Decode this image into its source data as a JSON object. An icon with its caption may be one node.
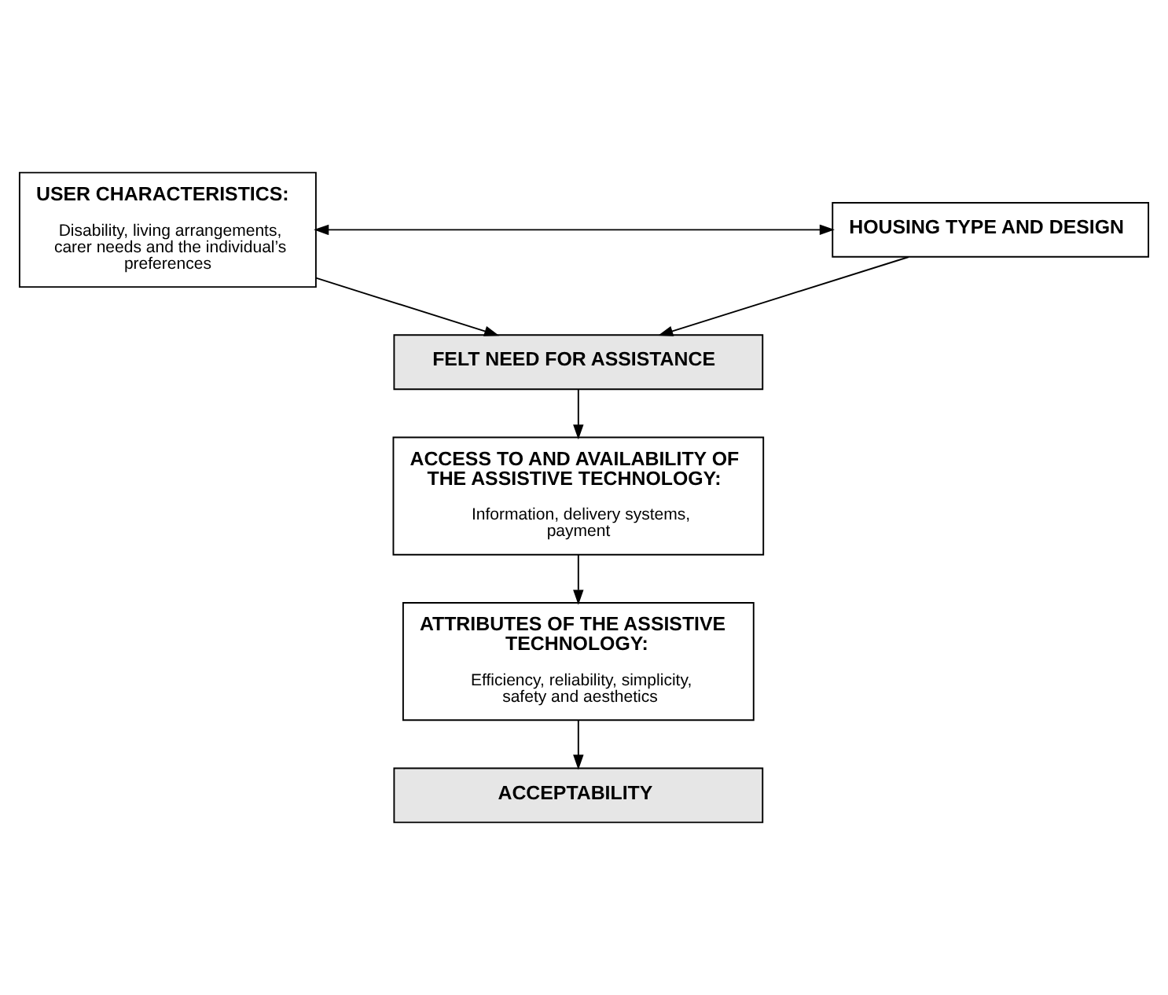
{
  "diagram": {
    "nodes": [
      {
        "text": [
          "USER CHARACTERISTICS:",
          "Disability, living arrangements, carer needs and the individual’s preferences"
        ]
      },
      {
        "text": [
          "HOUSING TYPE AND DESIGN"
        ]
      },
      {
        "text": [
          "FELT NEED FOR ASSISTANCE"
        ]
      },
      {
        "text": [
          "ACCESS TO AND AVAILABILITY OF THE ASSISTIVE TECHNOLOGY:",
          "Information, delivery systems, payment"
        ]
      },
      {
        "text": [
          "ATTRIBUTES OF THE ASSISTIVE TECHNOLOGY:",
          "Efficiency, reliability, simplicity, safety and aesthetics"
        ]
      },
      {
        "text": [
          "ACCEPTABILITY"
        ]
      }
    ],
    "edges": [
      {
        "from": 0,
        "to": 1,
        "arrow": "both"
      },
      {
        "from": 0,
        "to": 2,
        "arrow": "to"
      },
      {
        "from": 1,
        "to": 2,
        "arrow": "to"
      },
      {
        "from": 2,
        "to": 3,
        "arrow": "to"
      },
      {
        "from": 3,
        "to": 4,
        "arrow": "to"
      },
      {
        "from": 4,
        "to": 5,
        "arrow": "to"
      }
    ]
  }
}
